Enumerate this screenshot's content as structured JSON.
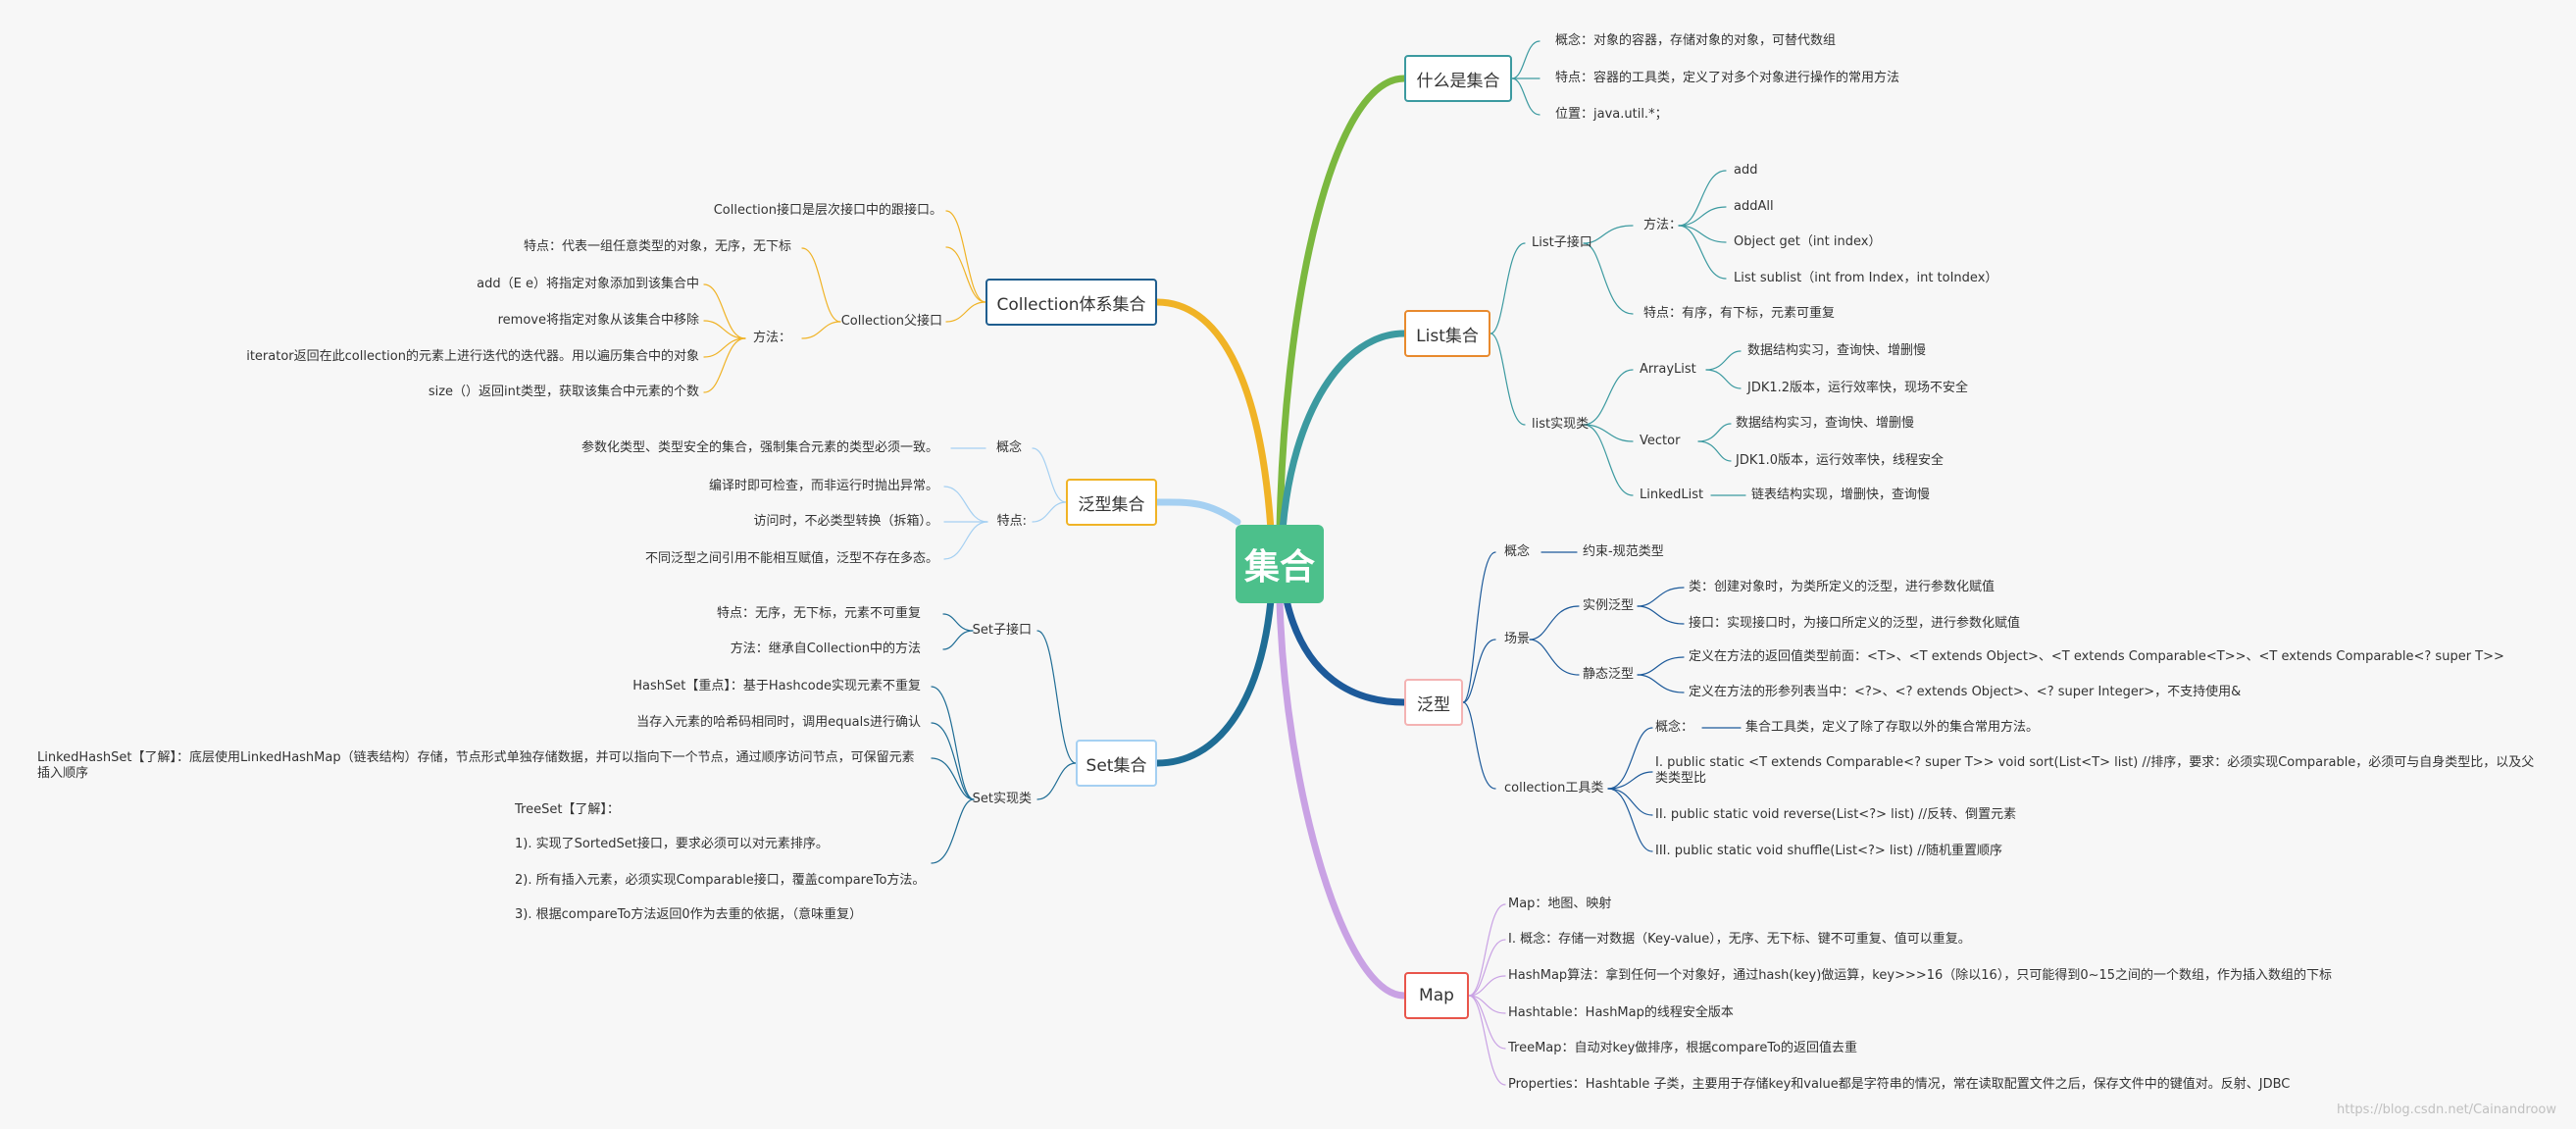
{
  "root": "集合",
  "colors": {
    "green": "#7bb83f",
    "teal": "#3c9aa0",
    "orange": "#f0b326",
    "lightblue": "#a5d0f2",
    "navy": "#1f6d95",
    "purple": "#c9a2e4",
    "darkblue": "#1d5a9a",
    "red": "#e8554b",
    "redlight": "#f4b3b3"
  },
  "branches": {
    "what": {
      "title": "什么是集合",
      "items": [
        "概念：对象的容器，存储对象的对象，可替代数组",
        "特点：容器的工具类，定义了对多个对象进行操作的常用方法",
        "位置：java.util.*；"
      ]
    },
    "list": {
      "title": "List集合",
      "sub_label": "List子接口",
      "methods_label": "方法：",
      "methods": [
        "add",
        "addAll",
        "Object get（int index）",
        "List sublist（int from Index，int toIndex）"
      ],
      "feature": "特点：有序，有下标，元素可重复",
      "impl_label": "list实现类",
      "arraylist": "ArrayList",
      "arraylist_items": [
        "数据结构实习，查询快、增删慢",
        "JDK1.2版本，运行效率快，现场不安全"
      ],
      "vector": "Vector",
      "vector_items": [
        "数据结构实习，查询快、增删慢",
        "JDK1.0版本，运行效率快，线程安全"
      ],
      "linkedlist": "LinkedList",
      "linkedlist_item": "链表结构实现，增删快，查询慢"
    },
    "generic": {
      "title": "泛型",
      "concept_label": "概念",
      "concept": "约束-规范类型",
      "scene_label": "场景",
      "instance_label": "实例泛型",
      "instance_items": [
        "类：创建对象时，为类所定义的泛型，进行参数化赋值",
        "接口：实现接口时，为接口所定义的泛型，进行参数化赋值"
      ],
      "static_label": "静态泛型",
      "static_items": [
        "定义在方法的返回值类型前面：<T>、<T extends Object>、<T extends Comparable<T>>、<T extends Comparable<? super T>>",
        "定义在方法的形参列表当中：<?>、<? extends Object>、<? super Integer>，不支持使用&"
      ],
      "tools_label": "collection工具类",
      "tools_concept_label": "概念：",
      "tools_concept": "集合工具类，定义了除了存取以外的集合常用方法。",
      "tools_items": [
        "I. public static <T extends Comparable<? super T>> void sort(List<T> list) //排序，要求：必须实现Comparable，必须可与自身类型比，以及父类类型比",
        "II. public static void reverse(List<?> list) //反转、倒置元素",
        "III. public static void shuffle(List<?> list) //随机重置顺序"
      ]
    },
    "map": {
      "title": "Map",
      "items": [
        "Map：地图、映射",
        "I. 概念：存储一对数据（Key-value），无序、无下标、键不可重复、值可以重复。",
        "HashMap算法：拿到任何一个对象好，通过hash(key)做运算，key>>>16（除以16），只可能得到0~15之间的一个数组，作为插入数组的下标",
        "Hashtable：HashMap的线程安全版本",
        "TreeMap：自动对key做排序，根据compareTo的返回值去重",
        "Properties：Hashtable 子类，主要用于存储key和value都是字符串的情况，常在读取配置文件之后，保存文件中的键值对。反射、JDBC"
      ]
    },
    "collection": {
      "title": "Collection体系集合",
      "parent_label": "Collection父接口",
      "items": [
        "Collection接口是层次接口中的跟接口。",
        "特点：代表一组任意类型的对象，无序，无下标"
      ],
      "methods_label": "方法：",
      "methods": [
        "add（E e）将指定对象添加到该集合中",
        "remove将指定对象从该集合中移除",
        "iterator返回在此collection的元素上进行迭代的迭代器。用以遍历集合中的对象",
        "size（）返回int类型，获取该集合中元素的个数"
      ]
    },
    "fanxing_set": {
      "title": "泛型集合",
      "concept_label": "概念",
      "concept": "参数化类型、类型安全的集合，强制集合元素的类型必须一致。",
      "feature_label": "特点:",
      "features": [
        "编译时即可检查，而非运行时抛出异常。",
        "访问时，不必类型转换（拆箱）。",
        "不同泛型之间引用不能相互赋值，泛型不存在多态。"
      ]
    },
    "set": {
      "title": "Set集合",
      "sub_label": "Set子接口",
      "sub_items": [
        "特点：无序，无下标，元素不可重复",
        "方法：继承自Collection中的方法"
      ],
      "impl_label": "Set实现类",
      "impl_items": [
        "HashSet【重点】：基于Hashcode实现元素不重复",
        "当存入元素的哈希码相同时，调用equals进行确认",
        "LinkedHashSet【了解】：底层使用LinkedHashMap（链表结构）存储，节点形式单独存储数据，并可以指向下一个节点，通过顺序访问节点，可保留元素插入顺序"
      ],
      "treeset_title": "TreeSet【了解】：",
      "treeset_items": [
        "1). 实现了SortedSet接口，要求必须可以对元素排序。",
        "2). 所有插入元素，必须实现Comparable接口，覆盖compareTo方法。",
        "3). 根据compareTo方法返回0作为去重的依据，（意味重复）"
      ]
    }
  },
  "watermark": "https://blog.csdn.net/Cainandroow"
}
